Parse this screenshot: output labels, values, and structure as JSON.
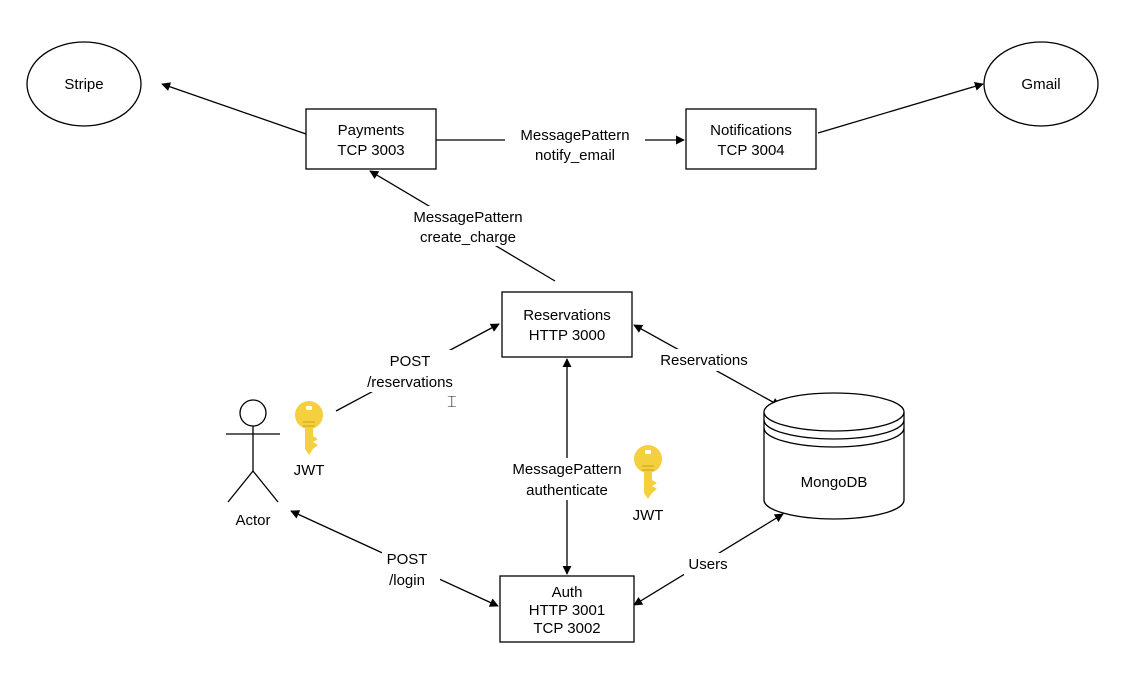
{
  "nodes": {
    "stripe": "Stripe",
    "gmail": "Gmail",
    "payments": [
      "Payments",
      "TCP 3003"
    ],
    "notifications": [
      "Notifications",
      "TCP 3004"
    ],
    "reservations": [
      "Reservations",
      "HTTP 3000"
    ],
    "auth": [
      "Auth",
      "HTTP 3001",
      "TCP 3002"
    ],
    "mongodb": "MongoDB",
    "actor": "Actor"
  },
  "edges": {
    "notify": [
      "MessagePattern",
      "notify_email"
    ],
    "charge": [
      "MessagePattern",
      "create_charge"
    ],
    "post_reservations": [
      "POST",
      "/reservations"
    ],
    "authenticate": [
      "MessagePattern",
      "authenticate"
    ],
    "login": [
      "POST",
      "/login"
    ],
    "reservations_db": "Reservations",
    "users_db": "Users"
  },
  "tokens": {
    "jwt_left": "JWT",
    "jwt_right": "JWT"
  },
  "colors": {
    "key": "#F4D03F",
    "key_shade": "#E0B92A",
    "stroke": "#000000",
    "background": "#FFFFFF"
  },
  "icons": {
    "key": "key-icon",
    "actor": "stick-figure-icon",
    "cursor": "text-cursor-icon"
  }
}
